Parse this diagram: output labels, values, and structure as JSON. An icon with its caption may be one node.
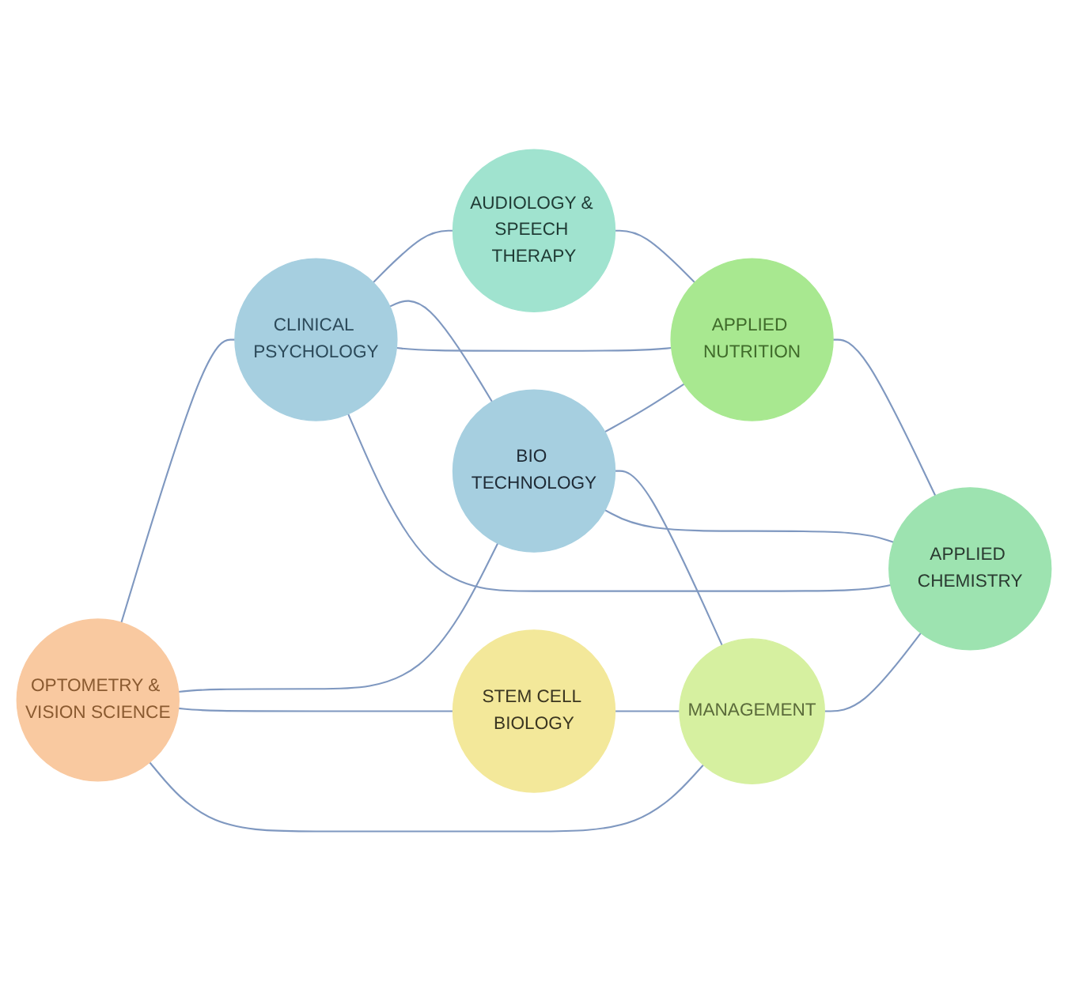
{
  "diagram": {
    "nodes": [
      {
        "text": [
          "OPTOMETRY & VISION SCIENCE"
        ]
      },
      {
        "text": [
          "CLINICAL PSYCHOLOGY"
        ]
      },
      {
        "text": [
          "AUDIOLOGY & SPEECH THERAPY"
        ]
      },
      {
        "text": [
          "BIO TECHNOLOGY"
        ]
      },
      {
        "text": [
          "APPLIED NUTRITION"
        ]
      },
      {
        "text": [
          "STEM CELL BIOLOGY"
        ]
      },
      {
        "text": [
          "MANAGEMENT"
        ]
      },
      {
        "text": [
          "APPLIED CHEMISTRY"
        ]
      }
    ],
    "edges": [
      {
        "from": 0,
        "to": 1,
        "arrow": "none"
      },
      {
        "from": 1,
        "to": 2,
        "arrow": "none"
      },
      {
        "from": 0,
        "to": 3,
        "arrow": "none"
      },
      {
        "from": 0,
        "to": 5,
        "arrow": "none"
      },
      {
        "from": 0,
        "to": 6,
        "arrow": "none"
      },
      {
        "from": 1,
        "to": 3,
        "arrow": "none"
      },
      {
        "from": 1,
        "to": 4,
        "arrow": "none"
      },
      {
        "from": 1,
        "to": 7,
        "arrow": "none"
      },
      {
        "from": 2,
        "to": 4,
        "arrow": "none"
      },
      {
        "from": 3,
        "to": 4,
        "arrow": "none"
      },
      {
        "from": 3,
        "to": 6,
        "arrow": "none"
      },
      {
        "from": 3,
        "to": 7,
        "arrow": "none"
      },
      {
        "from": 5,
        "to": 6,
        "arrow": "none"
      },
      {
        "from": 6,
        "to": 7,
        "arrow": "none"
      },
      {
        "from": 4,
        "to": 7,
        "arrow": "none"
      }
    ]
  }
}
